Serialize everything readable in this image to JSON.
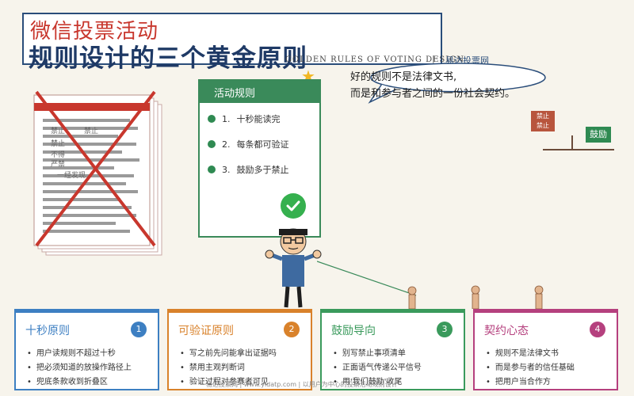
{
  "header": {
    "title_line1": "微信投票活动",
    "title_line2": "规则设计的三个黄金原则",
    "subtitle_en": "GOLDEN RULES OF VOTING DESIGN",
    "subtitle_sep": "|",
    "subtitle_brand": "易达投票网"
  },
  "bubble": {
    "line1": "好的规则不是法律文书,",
    "line2": "而是和参与者之间的一份社会契约。"
  },
  "rules_card": {
    "title": "活动规则",
    "items": [
      {
        "num": "1.",
        "text": "十秒能读完"
      },
      {
        "num": "2.",
        "text": "每条都可验证"
      },
      {
        "num": "3.",
        "text": "鼓励多于禁止"
      }
    ]
  },
  "crossed_doc": {
    "snippets": [
      "禁止",
      "禁止",
      "禁止",
      "不得",
      "严禁",
      "一经发现"
    ]
  },
  "scale": {
    "forbid_label_1": "禁止",
    "forbid_label_2": "禁止",
    "encourage_label": "鼓励"
  },
  "cards": [
    {
      "title": "十秒原则",
      "num": "1",
      "color": "#3d7fc2",
      "items": [
        "用户读规则不超过十秒",
        "把必须知道的放操作路径上",
        "兜底条款收到折叠区"
      ]
    },
    {
      "title": "可验证原则",
      "num": "2",
      "color": "#d9822b",
      "items": [
        "写之前先问能拿出证据吗",
        "禁用主观判断词",
        "验证过程对参赛者可见"
      ]
    },
    {
      "title": "鼓励导向",
      "num": "3",
      "color": "#3a9a5c",
      "items": [
        "别写禁止事项清单",
        "正面语气传递公平信号",
        "用'我们鼓励'收尾"
      ]
    },
    {
      "title": "契约心态",
      "num": "4",
      "color": "#b5407e",
      "items": [
        "规则不是法律文书",
        "而是参与者的信任基础",
        "把用户当合作方"
      ]
    }
  ],
  "footer": "易达投票网  |  www.yidatp.com  |  以用户为中心的投票活动规则设计"
}
